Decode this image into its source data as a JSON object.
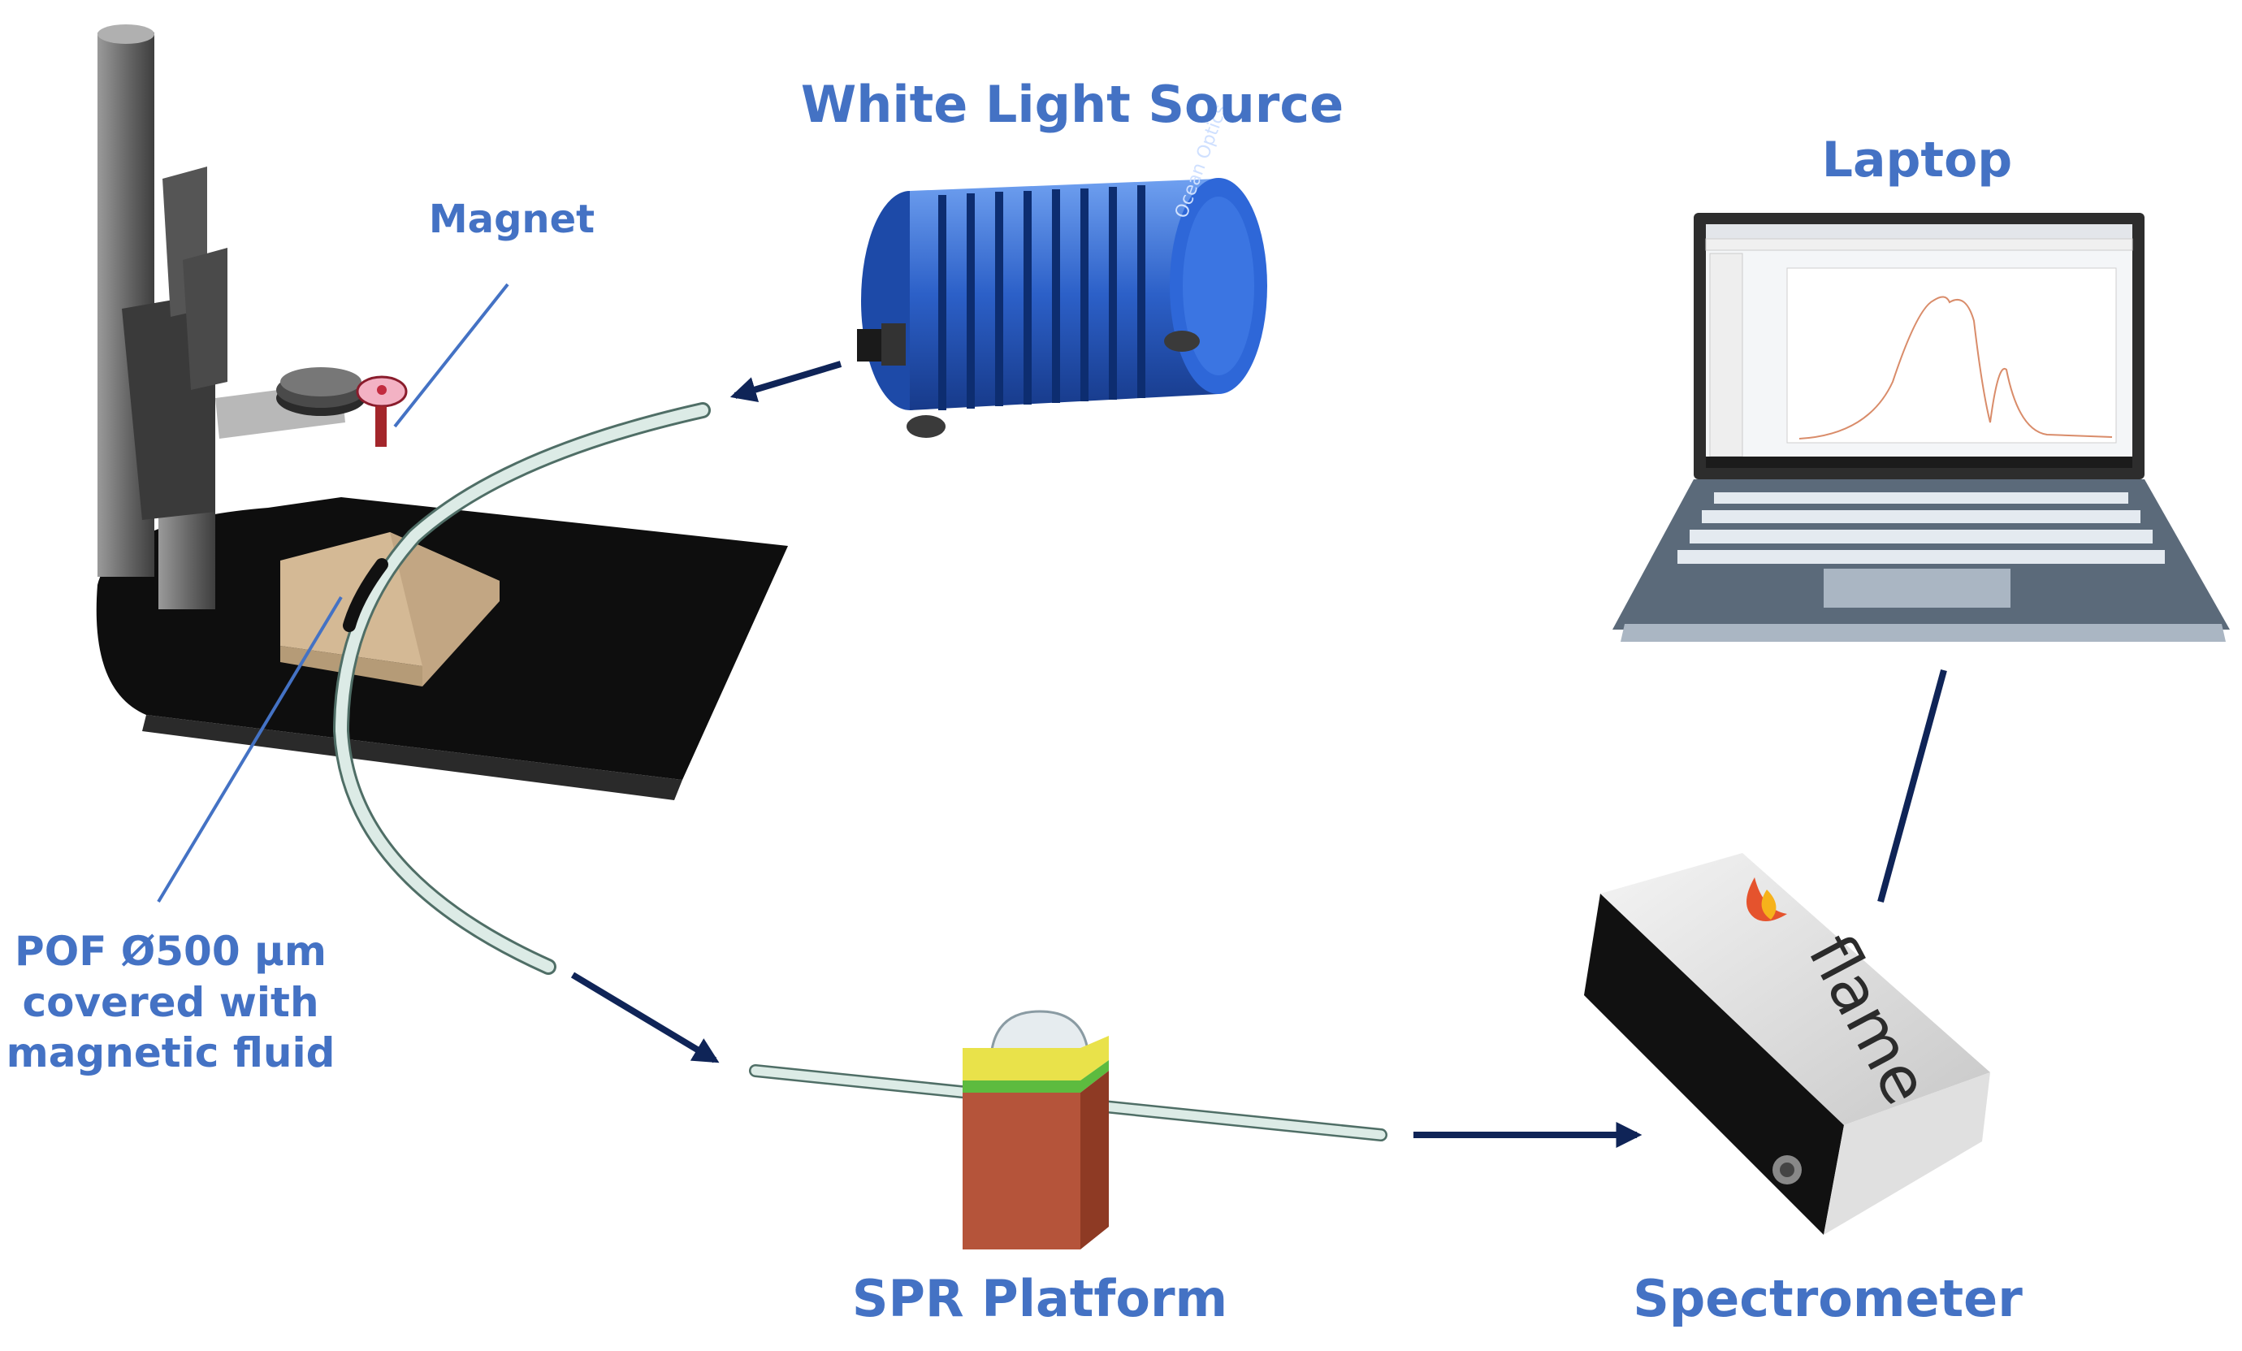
{
  "labels": {
    "white_light_source": "White Light Source",
    "laptop": "Laptop",
    "magnet": "Magnet",
    "pof_line1": "POF Ø500 µm",
    "pof_line2": "covered with",
    "pof_line3": "magnetic fluid",
    "spr_platform": "SPR Platform",
    "spectrometer": "Spectrometer"
  },
  "devices": {
    "light_source_brand": "Ocean Optics",
    "spectrometer_brand": "flame"
  },
  "colors": {
    "label": "#4472c4",
    "arrow": "#0f2457",
    "fiber": "#dcebe6",
    "light_source": "#2c60c8",
    "stage": "#111111",
    "sample_block": "#d4b995",
    "spr_gold": "#e9e24a",
    "spr_green": "#5dbb3f",
    "spr_base": "#b5543a"
  }
}
